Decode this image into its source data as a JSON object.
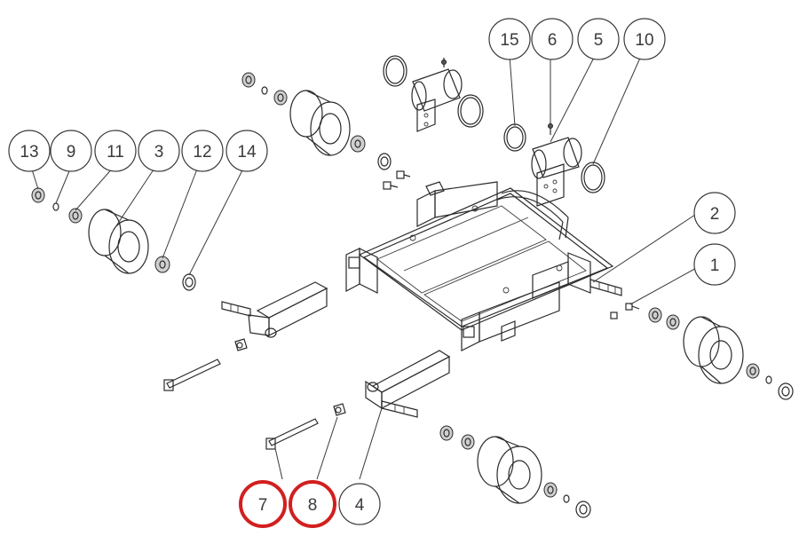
{
  "diagram": {
    "callouts": [
      {
        "id": "c13",
        "label": "13",
        "highlight": false
      },
      {
        "id": "c9",
        "label": "9",
        "highlight": false
      },
      {
        "id": "c11",
        "label": "11",
        "highlight": false
      },
      {
        "id": "c3",
        "label": "3",
        "highlight": false
      },
      {
        "id": "c12",
        "label": "12",
        "highlight": false
      },
      {
        "id": "c14",
        "label": "14",
        "highlight": false
      },
      {
        "id": "c15",
        "label": "15",
        "highlight": false
      },
      {
        "id": "c6",
        "label": "6",
        "highlight": false
      },
      {
        "id": "c5",
        "label": "5",
        "highlight": false
      },
      {
        "id": "c10",
        "label": "10",
        "highlight": false
      },
      {
        "id": "c2",
        "label": "2",
        "highlight": false
      },
      {
        "id": "c1",
        "label": "1",
        "highlight": false
      },
      {
        "id": "c7",
        "label": "7",
        "highlight": true
      },
      {
        "id": "c8",
        "label": "8",
        "highlight": true
      },
      {
        "id": "c4",
        "label": "4",
        "highlight": false
      }
    ],
    "colors": {
      "line": "#2a2a2a",
      "callout_circle": "#3a3a3a",
      "highlight_ring": "#d21f1f",
      "background": "#ffffff"
    }
  }
}
